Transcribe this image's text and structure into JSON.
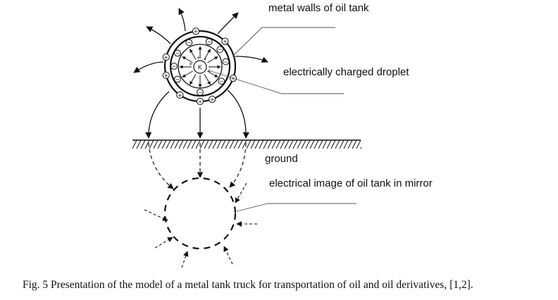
{
  "labels": {
    "metal_walls": "metal walls of oil tank",
    "droplet": "electrically charged droplet",
    "ground": "ground",
    "mirror_image": "electrical image of oil tank in mirror"
  },
  "caption": "Fig. 5  Presentation of the model of a metal tank truck for transportation of oil and oil derivatives, [1,2].",
  "symbols": {
    "positive": "+",
    "negative": "−",
    "droplet_charge": "K"
  },
  "colors": {
    "ink": "#111111",
    "leader": "#555555",
    "background": "#ffffff"
  }
}
